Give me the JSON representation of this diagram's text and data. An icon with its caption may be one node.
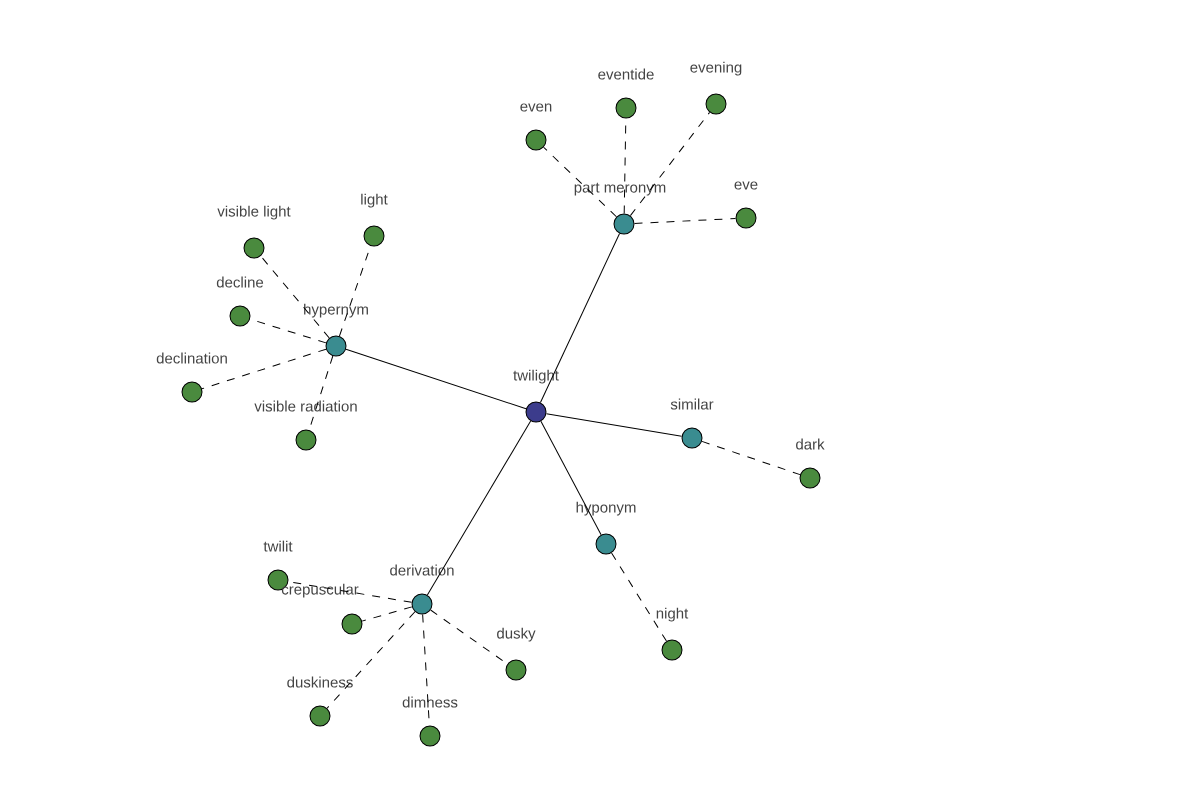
{
  "diagram": {
    "nodes": [
      {
        "text": [
          "twilight"
        ]
      },
      {
        "text": [
          "hypernym"
        ]
      },
      {
        "text": [
          "visible light"
        ]
      },
      {
        "text": [
          "light"
        ]
      },
      {
        "text": [
          "decline"
        ]
      },
      {
        "text": [
          "declination"
        ]
      },
      {
        "text": [
          "visible radiation"
        ]
      },
      {
        "text": [
          "part meronym"
        ]
      },
      {
        "text": [
          "even"
        ]
      },
      {
        "text": [
          "eventide"
        ]
      },
      {
        "text": [
          "evening"
        ]
      },
      {
        "text": [
          "eve"
        ]
      },
      {
        "text": [
          "similar"
        ]
      },
      {
        "text": [
          "dark"
        ]
      },
      {
        "text": [
          "hyponym"
        ]
      },
      {
        "text": [
          "night"
        ]
      },
      {
        "text": [
          "derivation"
        ]
      },
      {
        "text": [
          "twilit"
        ]
      },
      {
        "text": [
          "crepuscular"
        ]
      },
      {
        "text": [
          "duskiness"
        ]
      },
      {
        "text": [
          "dimness"
        ]
      },
      {
        "text": [
          "dusky"
        ]
      }
    ],
    "edges": [
      {
        "from": 0,
        "to": 1,
        "arrow": "none"
      },
      {
        "from": 0,
        "to": 7,
        "arrow": "none"
      },
      {
        "from": 0,
        "to": 12,
        "arrow": "none"
      },
      {
        "from": 0,
        "to": 14,
        "arrow": "none"
      },
      {
        "from": 0,
        "to": 16,
        "arrow": "none"
      },
      {
        "from": 1,
        "to": 2,
        "arrow": "none",
        "style": "dashed"
      },
      {
        "from": 1,
        "to": 3,
        "arrow": "none",
        "style": "dashed"
      },
      {
        "from": 1,
        "to": 4,
        "arrow": "none",
        "style": "dashed"
      },
      {
        "from": 1,
        "to": 5,
        "arrow": "none",
        "style": "dashed"
      },
      {
        "from": 1,
        "to": 6,
        "arrow": "none",
        "style": "dashed"
      },
      {
        "from": 7,
        "to": 8,
        "arrow": "none",
        "style": "dashed"
      },
      {
        "from": 7,
        "to": 9,
        "arrow": "none",
        "style": "dashed"
      },
      {
        "from": 7,
        "to": 10,
        "arrow": "none",
        "style": "dashed"
      },
      {
        "from": 7,
        "to": 11,
        "arrow": "none",
        "style": "dashed"
      },
      {
        "from": 12,
        "to": 13,
        "arrow": "none",
        "style": "dashed"
      },
      {
        "from": 14,
        "to": 15,
        "arrow": "none",
        "style": "dashed"
      },
      {
        "from": 16,
        "to": 17,
        "arrow": "none",
        "style": "dashed"
      },
      {
        "from": 16,
        "to": 18,
        "arrow": "none",
        "style": "dashed"
      },
      {
        "from": 16,
        "to": 19,
        "arrow": "none",
        "style": "dashed"
      },
      {
        "from": 16,
        "to": 20,
        "arrow": "none",
        "style": "dashed"
      },
      {
        "from": 16,
        "to": 21,
        "arrow": "none",
        "style": "dashed"
      }
    ]
  }
}
